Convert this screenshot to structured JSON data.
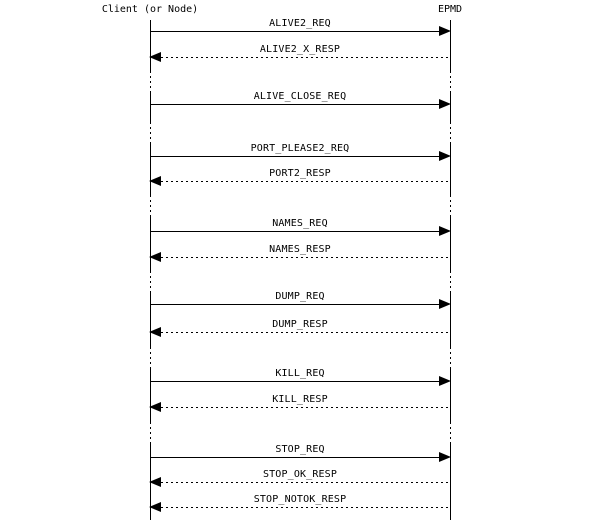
{
  "diagram": {
    "type": "sequence-diagram",
    "colors": {
      "background": "#ffffff",
      "line": "#000000",
      "text": "#000000"
    },
    "actors": {
      "left": "Client (or Node)",
      "right": "EPMD"
    },
    "messages": [
      {
        "label": "ALIVE2_REQ",
        "from": "client",
        "to": "epmd",
        "direction": "right",
        "style": "solid"
      },
      {
        "label": "ALIVE2_X_RESP",
        "from": "epmd",
        "to": "client",
        "direction": "left",
        "style": "dotted"
      },
      {
        "label": "ALIVE_CLOSE_REQ",
        "from": "client",
        "to": "epmd",
        "direction": "right",
        "style": "solid"
      },
      {
        "label": "PORT_PLEASE2_REQ",
        "from": "client",
        "to": "epmd",
        "direction": "right",
        "style": "solid"
      },
      {
        "label": "PORT2_RESP",
        "from": "epmd",
        "to": "client",
        "direction": "left",
        "style": "dotted"
      },
      {
        "label": "NAMES_REQ",
        "from": "client",
        "to": "epmd",
        "direction": "right",
        "style": "solid"
      },
      {
        "label": "NAMES_RESP",
        "from": "epmd",
        "to": "client",
        "direction": "left",
        "style": "dotted"
      },
      {
        "label": "DUMP_REQ",
        "from": "client",
        "to": "epmd",
        "direction": "right",
        "style": "solid"
      },
      {
        "label": "DUMP_RESP",
        "from": "epmd",
        "to": "client",
        "direction": "left",
        "style": "dotted"
      },
      {
        "label": "KILL_REQ",
        "from": "client",
        "to": "epmd",
        "direction": "right",
        "style": "solid"
      },
      {
        "label": "KILL_RESP",
        "from": "epmd",
        "to": "client",
        "direction": "left",
        "style": "dotted"
      },
      {
        "label": "STOP_REQ",
        "from": "client",
        "to": "epmd",
        "direction": "right",
        "style": "solid"
      },
      {
        "label": "STOP_OK_RESP",
        "from": "epmd",
        "to": "client",
        "direction": "left",
        "style": "dotted"
      },
      {
        "label": "STOP_NOTOK_RESP",
        "from": "epmd",
        "to": "client",
        "direction": "left",
        "style": "dotted"
      }
    ]
  }
}
